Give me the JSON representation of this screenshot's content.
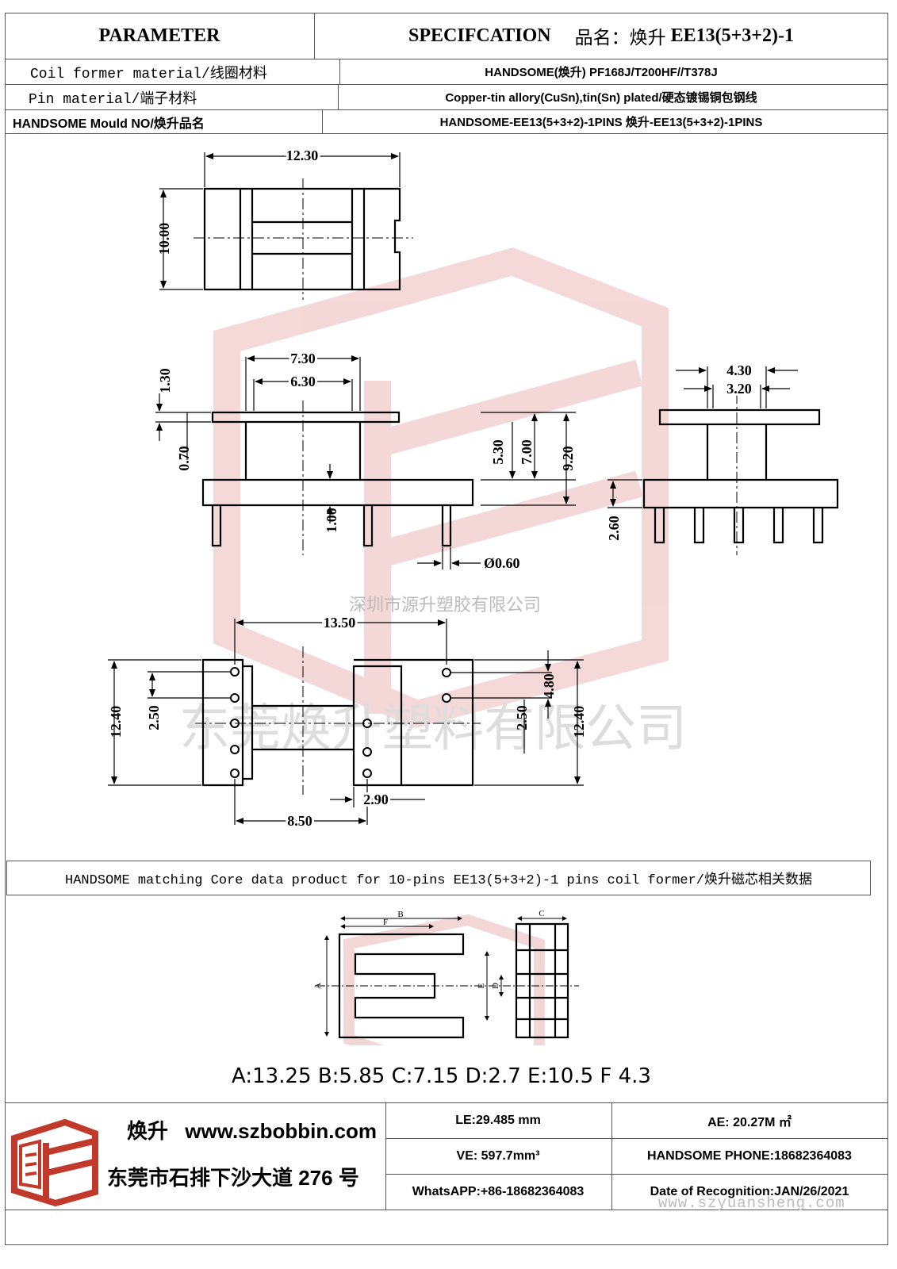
{
  "header": {
    "parameter": "PARAMETER",
    "specification": "SPECIFCATION",
    "product_label": "品名：焕升",
    "product_name": "EE13(5+3+2)-1"
  },
  "params": [
    {
      "label": "Coil former material/线圈材料",
      "value": "HANDSOME(焕升)  PF168J/T200HF//T378J"
    },
    {
      "label": "Pin material/端子材料",
      "value": "Copper-tin allory(CuSn),tin(Sn) plated/硬态镀锡铜包钢线"
    },
    {
      "label": "HANDSOME Mould NO/焕升品名",
      "value": "HANDSOME-EE13(5+3+2)-1PINS   焕升-EE13(5+3+2)-1PINS"
    }
  ],
  "drawing": {
    "dims": {
      "top_width": "12.30",
      "top_height": "10.00",
      "w_730": "7.30",
      "w_630": "6.30",
      "h_130": "1.30",
      "h_070": "0.70",
      "h_530": "5.30",
      "h_700": "7.00",
      "h_920": "9.20",
      "h_100": "1.00",
      "pin_dia": "Ø0.60",
      "side_430": "4.30",
      "side_320": "3.20",
      "side_260": "2.60",
      "b_1350": "13.50",
      "b_1240_l": "12.40",
      "b_250_l": "2.50",
      "b_250_r": "2.50",
      "b_480": "4.80",
      "b_1240_r": "12.40",
      "b_290": "2.90",
      "b_850": "8.50"
    },
    "watermark_cn_1": "深圳市源升塑胶有限公司",
    "watermark_cn_2": "东莞焕升塑料有限公司"
  },
  "core": {
    "title": "HANDSOME matching Core data  product for 10-pins EE13(5+3+2)-1 pins coil former/焕升磁芯相关数据",
    "labels": {
      "a": "A",
      "b": "B",
      "c": "C",
      "d": "D",
      "e": "E",
      "f": "F"
    },
    "values": "A:13.25 B:5.85 C:7.15 D:2.7 E:10.5 F 4.3"
  },
  "footer": {
    "brand": "焕升",
    "website": "www.szbobbin.com",
    "address": "东莞市石排下沙大道 276 号",
    "le": "LE:29.485 mm",
    "ae": "AE: 20.27M ㎡",
    "ve": "VE: 597.7mm³",
    "phone": "HANDSOME PHONE:18682364083",
    "whatsapp": "WhatsAPP:+86-18682364083",
    "date": "Date of Recognition:JAN/26/2021",
    "watermark_url": "www.szyuansheng.com"
  },
  "colors": {
    "logo_red": "#c0392b",
    "line": "#000000"
  }
}
